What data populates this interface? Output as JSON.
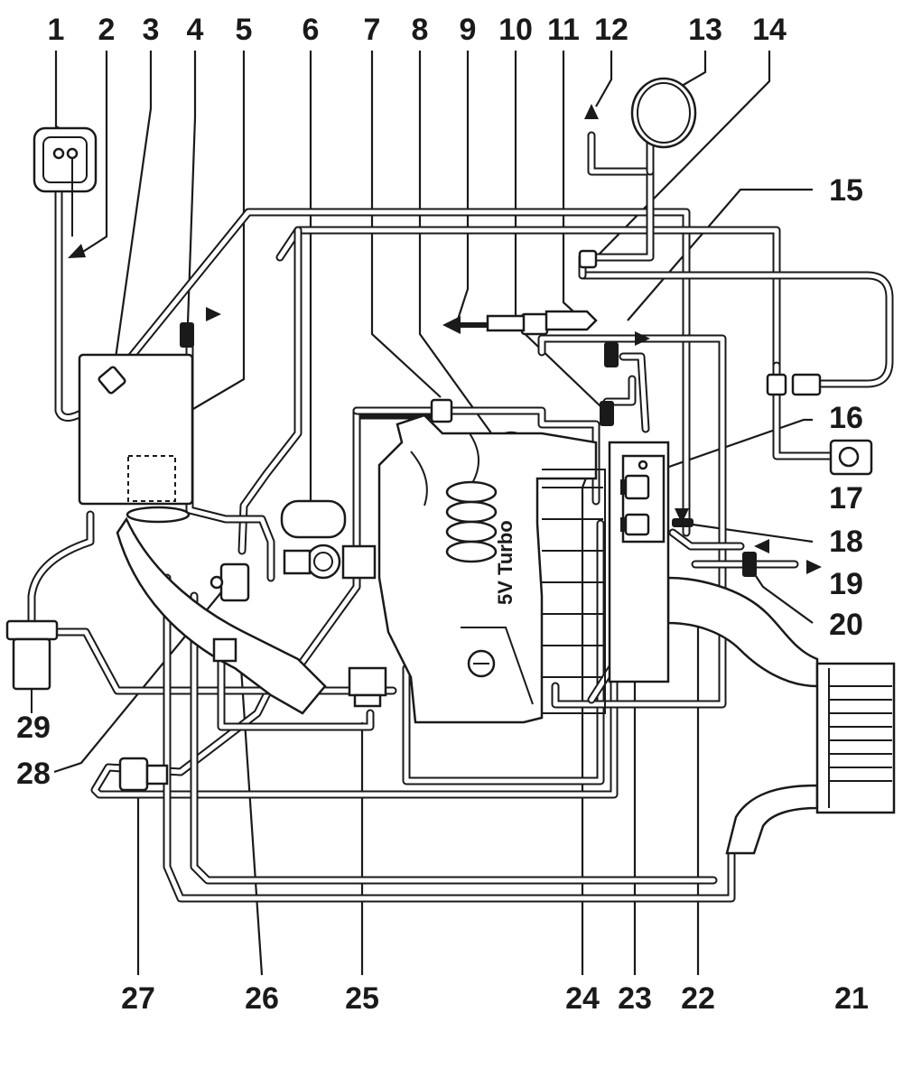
{
  "callouts": [
    "1",
    "2",
    "3",
    "4",
    "5",
    "6",
    "7",
    "8",
    "9",
    "10",
    "11",
    "12",
    "13",
    "14",
    "15",
    "16",
    "17",
    "18",
    "19",
    "20",
    "21",
    "22",
    "23",
    "24",
    "25",
    "26",
    "27",
    "28",
    "29"
  ],
  "engine_label": "5V  Turbo",
  "colors": {
    "line": "#1a1a1a",
    "background": "#ffffff"
  }
}
